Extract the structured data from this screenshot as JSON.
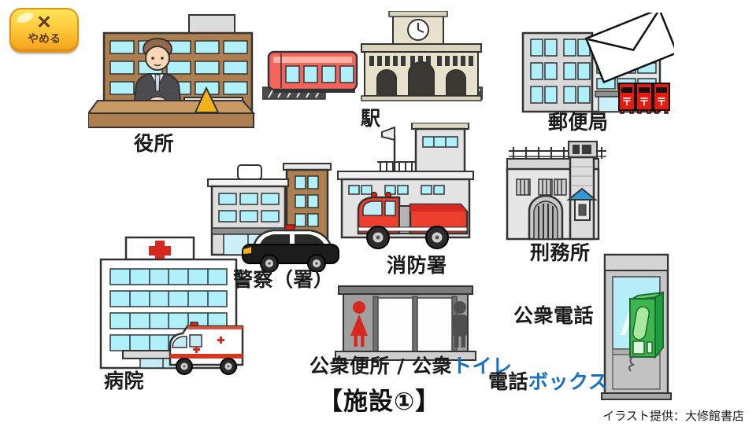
{
  "app": {
    "quit_label": "やめる",
    "title": "【施設①】",
    "credit": "イラスト提供：大修館書店"
  },
  "facilities": [
    {
      "id": "government-office",
      "label": "役所"
    },
    {
      "id": "train-station",
      "label": "駅"
    },
    {
      "id": "post-office",
      "label": "郵便局"
    },
    {
      "id": "police-station",
      "label": "警察（署）"
    },
    {
      "id": "fire-station",
      "label": "消防署"
    },
    {
      "id": "prison",
      "label": "刑務所"
    },
    {
      "id": "hospital",
      "label": "病院"
    },
    {
      "id": "public-toilet",
      "label_black": "公衆便所 / 公衆",
      "label_blue": "トイレ"
    },
    {
      "id": "public-phone",
      "label": "公衆電話",
      "label2_black": "電話",
      "label2_blue": "ボックス"
    }
  ],
  "illustration_text": {
    "postbox_mark": "〒"
  },
  "colors": {
    "alt_word_blue": "#176fc1",
    "quit_button_yellow": "#fdc636",
    "quit_button_text_brown": "#5d3a21",
    "window_cyan": "#b0f0fa",
    "building_brown": "#ad7e4e",
    "postbox_red": "#e8190f",
    "fire_truck_red": "#ee3e2e",
    "train_red": "#f4645c",
    "medical_cross_red": "#d6281e",
    "payphone_green": "#3fb54d",
    "watchtower_roof_blue": "#2e9bd6"
  }
}
